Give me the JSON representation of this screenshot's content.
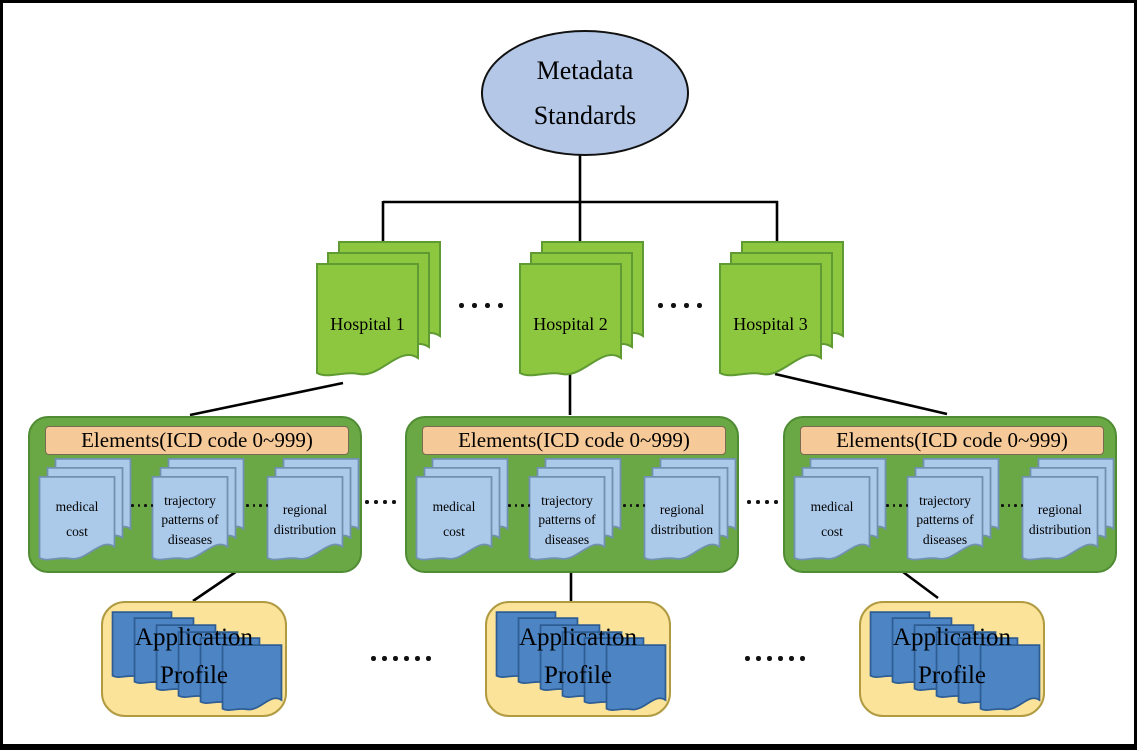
{
  "root_node": {
    "line1": "Metadata",
    "line2": "Standards"
  },
  "hospitals": [
    {
      "label": "Hospital 1"
    },
    {
      "label": "Hospital 2"
    },
    {
      "label": "Hospital 3"
    }
  ],
  "elements_header": "Elements(ICD code 0~999)",
  "element_stacks": [
    {
      "lines": [
        "medical",
        "cost",
        ""
      ]
    },
    {
      "lines": [
        "trajectory",
        "patterns of",
        "diseases"
      ]
    },
    {
      "lines": [
        "regional",
        "distribution",
        ""
      ]
    }
  ],
  "application": {
    "line1": "Application",
    "line2": "Profile"
  },
  "separators": {
    "hospital_level_dots": 4,
    "element_level_dots": 4,
    "inner_stack_dots": 4,
    "application_level_dots": 6
  },
  "colors": {
    "root_ellipse_fill": "#b4c7e7",
    "hospital_doc_fill": "#8dc63f",
    "elements_box_fill": "#6aa845",
    "elements_header_fill": "#f6c998",
    "element_doc_fill": "#abc9e9",
    "application_box_fill": "#fbe499",
    "application_doc_fill": "#4c84c4",
    "connector_color": "#000000"
  }
}
